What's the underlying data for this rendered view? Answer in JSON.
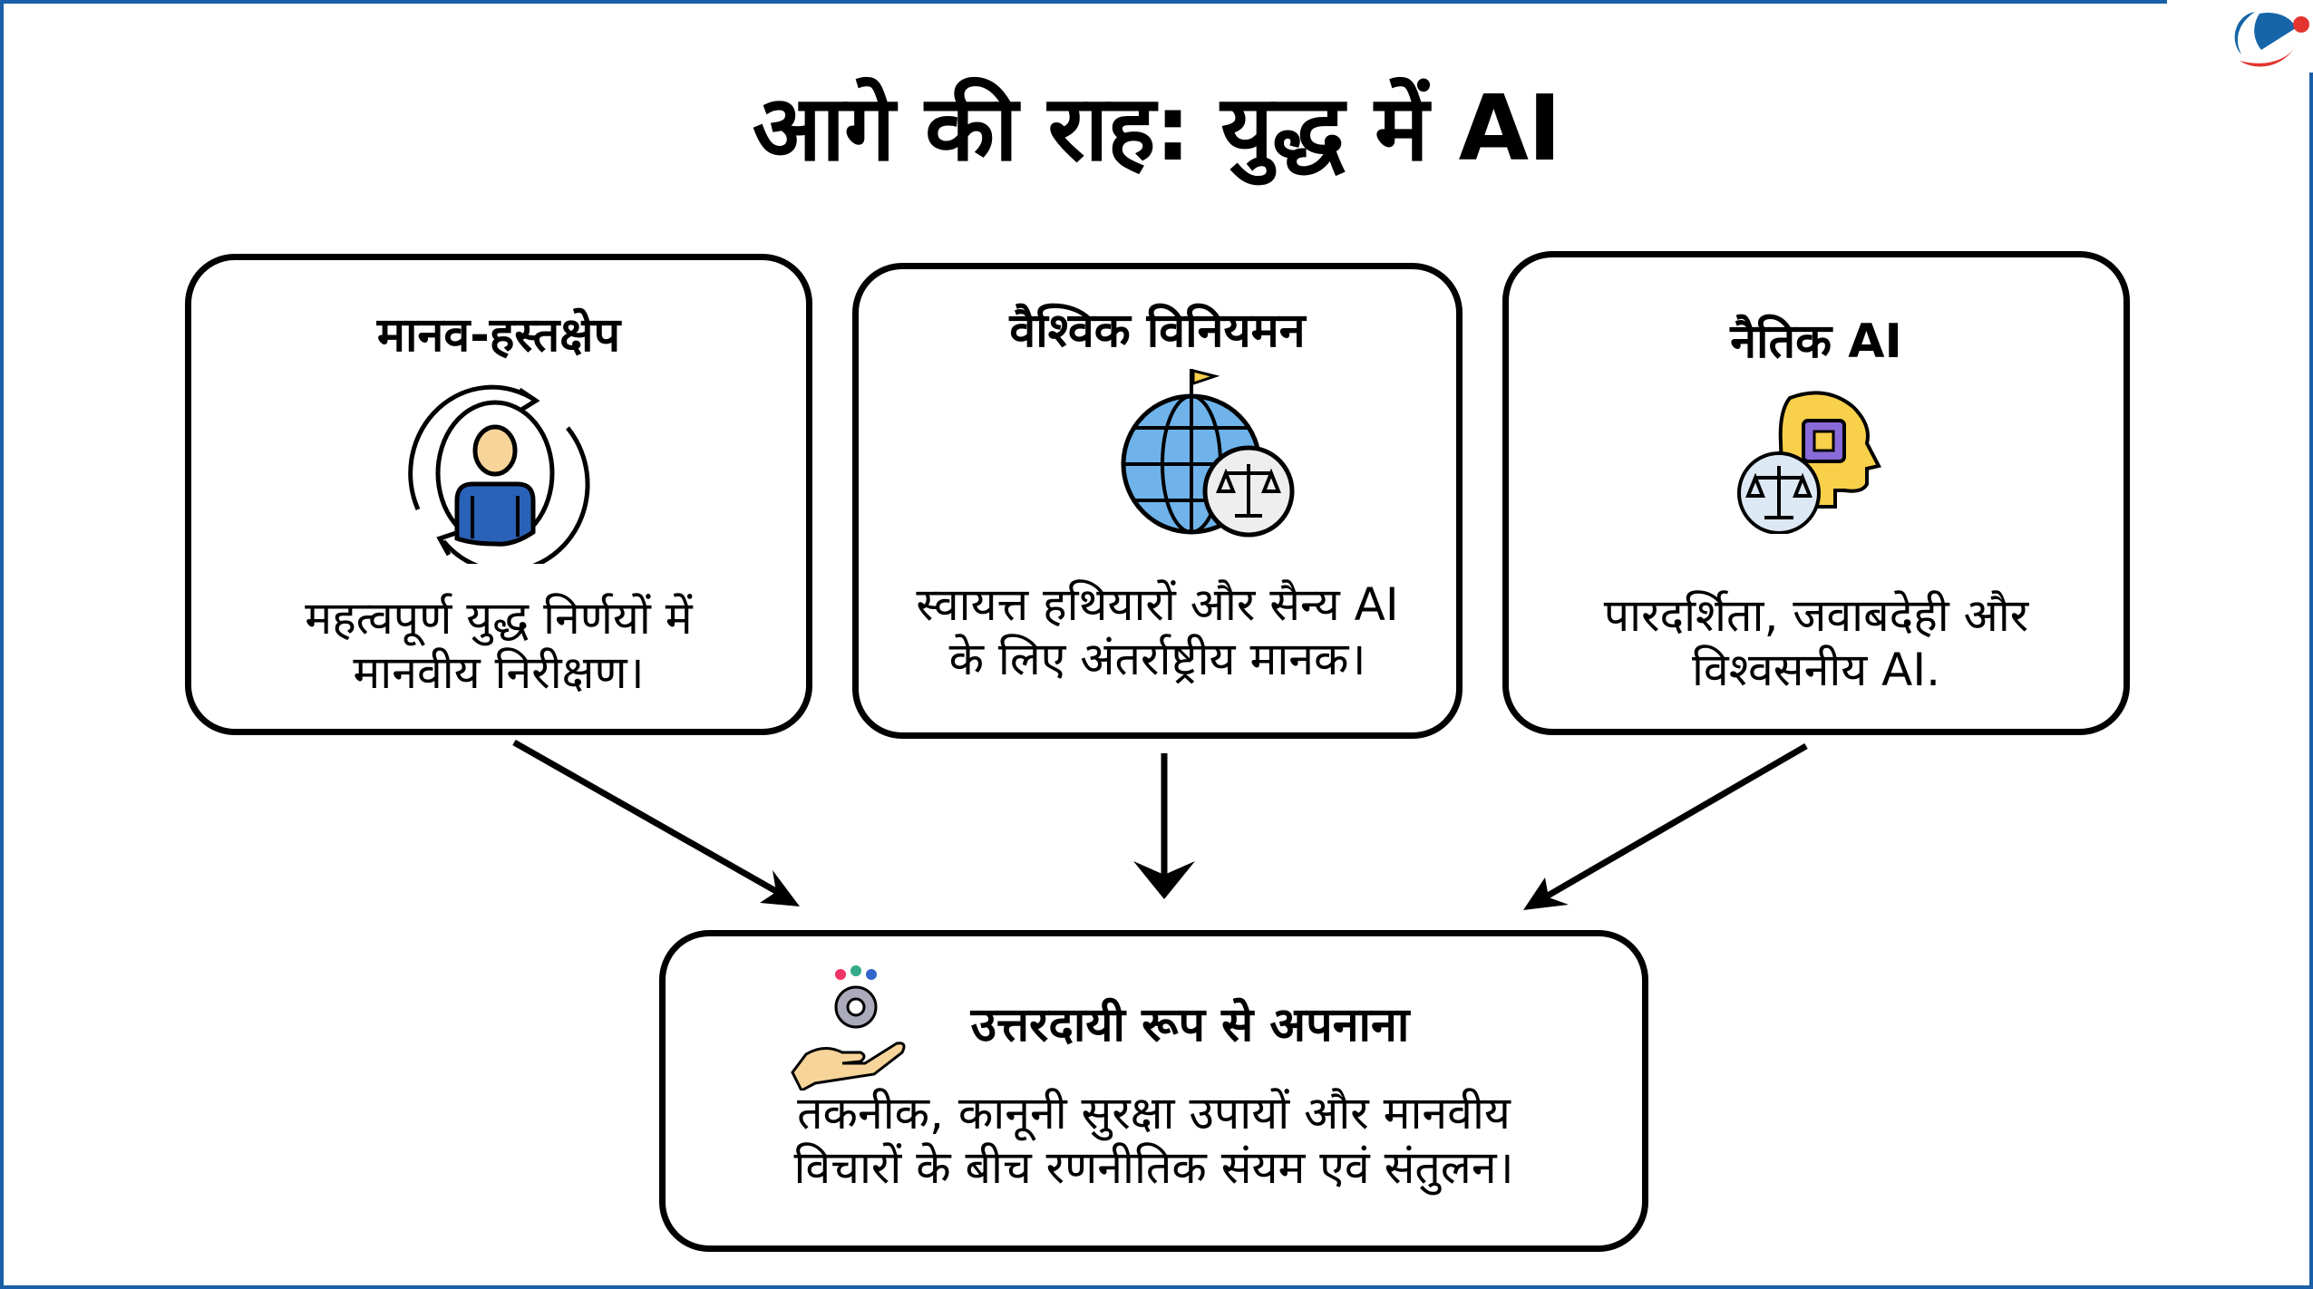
{
  "title": "आगे की राह: युद्ध में AI",
  "cards": [
    {
      "heading": "मानव-हस्तक्षेप",
      "body": "महत्वपूर्ण युद्ध निर्णयों में मानवीय निरीक्षण।",
      "icon": "human-oversight-cycle-icon"
    },
    {
      "heading": "वैश्विक विनियमन",
      "body": "स्वायत्त हथियारों और सैन्य AI के लिए अंतर्राष्ट्रीय मानक।",
      "icon": "globe-scales-icon"
    },
    {
      "heading": "नैतिक AI",
      "body": "पारदर्शिता, जवाबदेही और विश्वसनीय AI.",
      "icon": "ai-head-scales-icon"
    }
  ],
  "result": {
    "heading": "उत्तरदायी रूप से अपनाना",
    "body": "तकनीक, कानूनी सुरक्षा उपायों और मानवीय विचारों के बीच रणनीतिक संयम एवं संतुलन।",
    "icon": "hand-gear-people-icon"
  },
  "colors": {
    "frame": "#1a5fa8",
    "logo_blue": "#1565a8",
    "logo_red": "#e3342f",
    "person_blue": "#2a62b8",
    "skin": "#f7d59a",
    "globe": "#6fb3ea",
    "brain_yellow": "#f8d04a"
  }
}
